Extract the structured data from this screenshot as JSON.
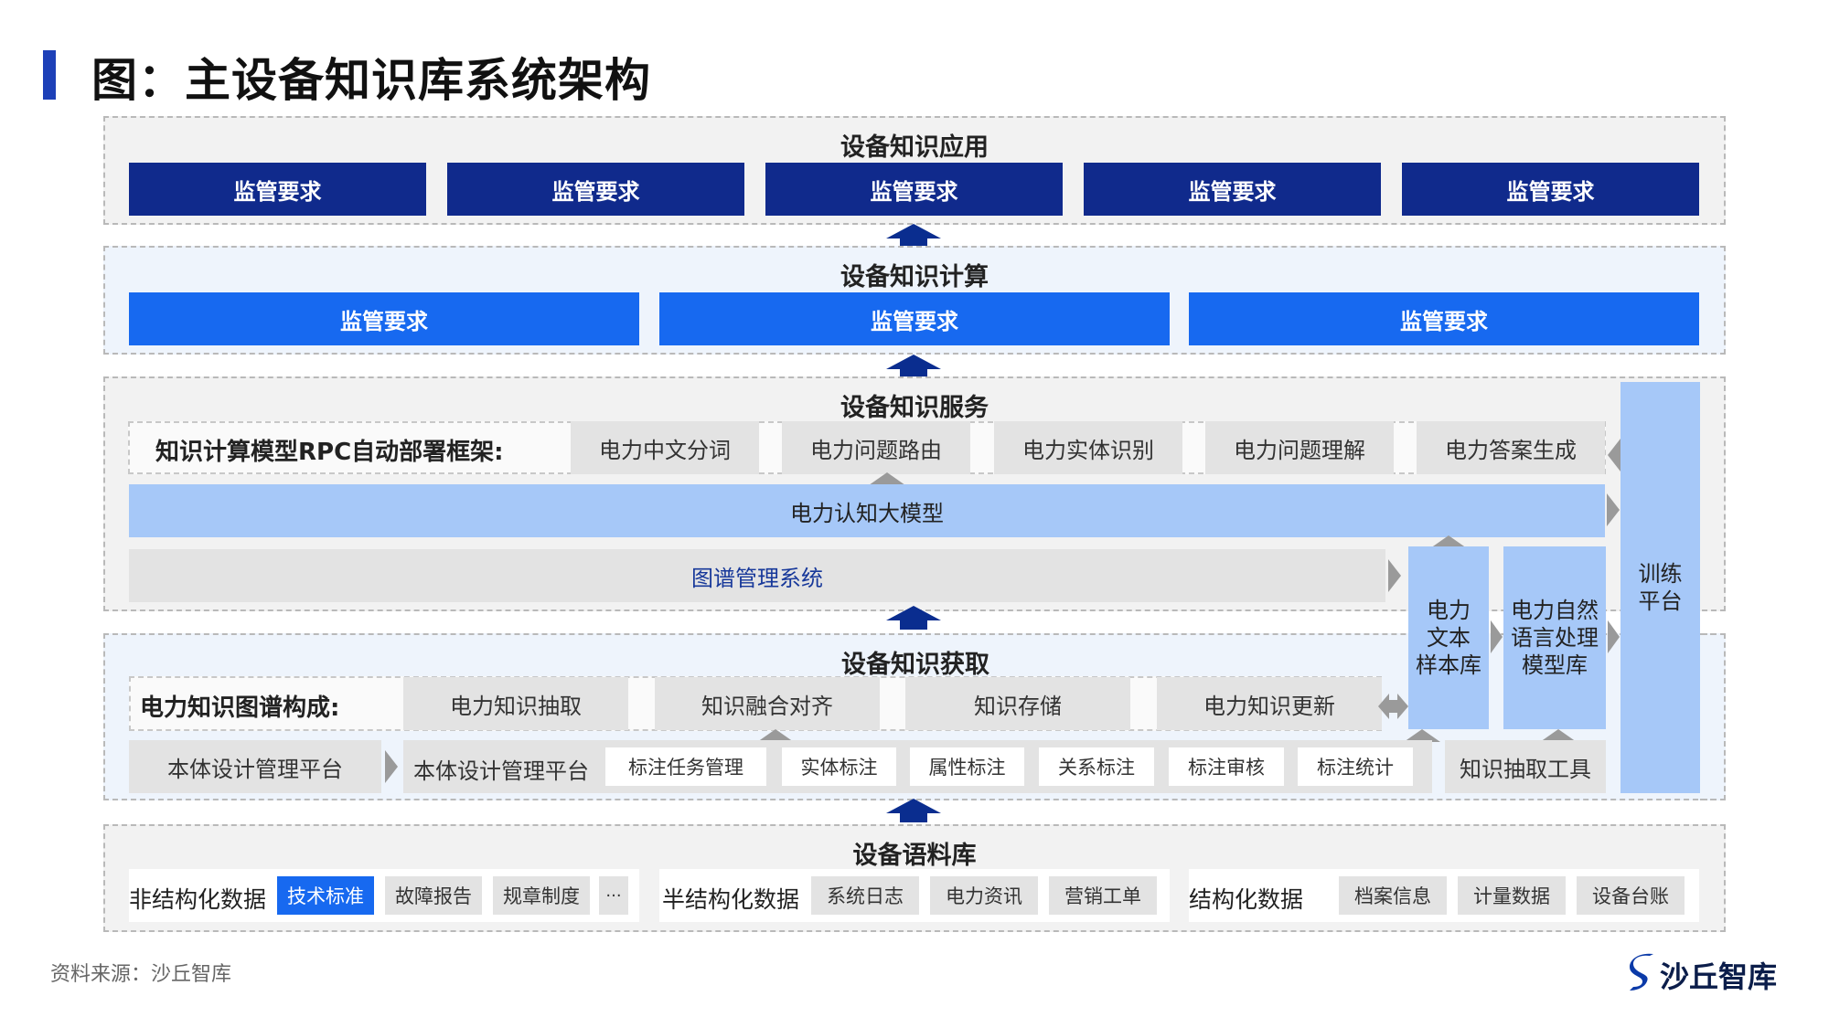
{
  "title": "图：主设备知识库系统架构",
  "app_layer": {
    "title": "设备知识应用",
    "items": [
      "监管要求",
      "监管要求",
      "监管要求",
      "监管要求",
      "监管要求"
    ]
  },
  "compute_layer": {
    "title": "设备知识计算",
    "items": [
      "监管要求",
      "监管要求",
      "监管要求"
    ]
  },
  "service_layer": {
    "title": "设备知识服务",
    "rpc_label": "知识计算模型RPC自动部署框架:",
    "services": [
      "电力中文分词",
      "电力问题路由",
      "电力实体识别",
      "电力问题理解",
      "电力答案生成"
    ],
    "model": "电力认知大模型",
    "graph_system": "图谱管理系统"
  },
  "side": {
    "training": "训练\n平台",
    "text_lib": "电力\n文本\n样本库",
    "nlp_lib": "电力自然\n语言处理\n模型库",
    "extract_tool": "知识抽取工具"
  },
  "acquire_layer": {
    "title": "设备知识获取",
    "graph_label": "电力知识图谱构成:",
    "steps": [
      "电力知识抽取",
      "知识融合对齐",
      "知识存储",
      "电力知识更新"
    ],
    "platform_left": "本体设计管理平台",
    "platform_right": "本体设计管理平台",
    "tasks": [
      "标注任务管理",
      "实体标注",
      "属性标注",
      "关系标注",
      "标注审核",
      "标注统计"
    ]
  },
  "corpus_layer": {
    "title": "设备语料库",
    "unstructured": {
      "label": "非结构化数据",
      "items": [
        "技术标准",
        "故障报告",
        "规章制度",
        "···"
      ]
    },
    "semistructured": {
      "label": "半结构化数据",
      "items": [
        "系统日志",
        "电力资讯",
        "营销工单"
      ]
    },
    "structured": {
      "label": "结构化数据",
      "items": [
        "档案信息",
        "计量数据",
        "设备台账"
      ]
    }
  },
  "source": "资料来源：沙丘智库",
  "logo_text": "沙丘智库",
  "colors": {
    "navy": "#102a8c",
    "blue": "#1769f0",
    "light_blue": "#a6c8f8",
    "title_bar": "#1d40b8"
  }
}
